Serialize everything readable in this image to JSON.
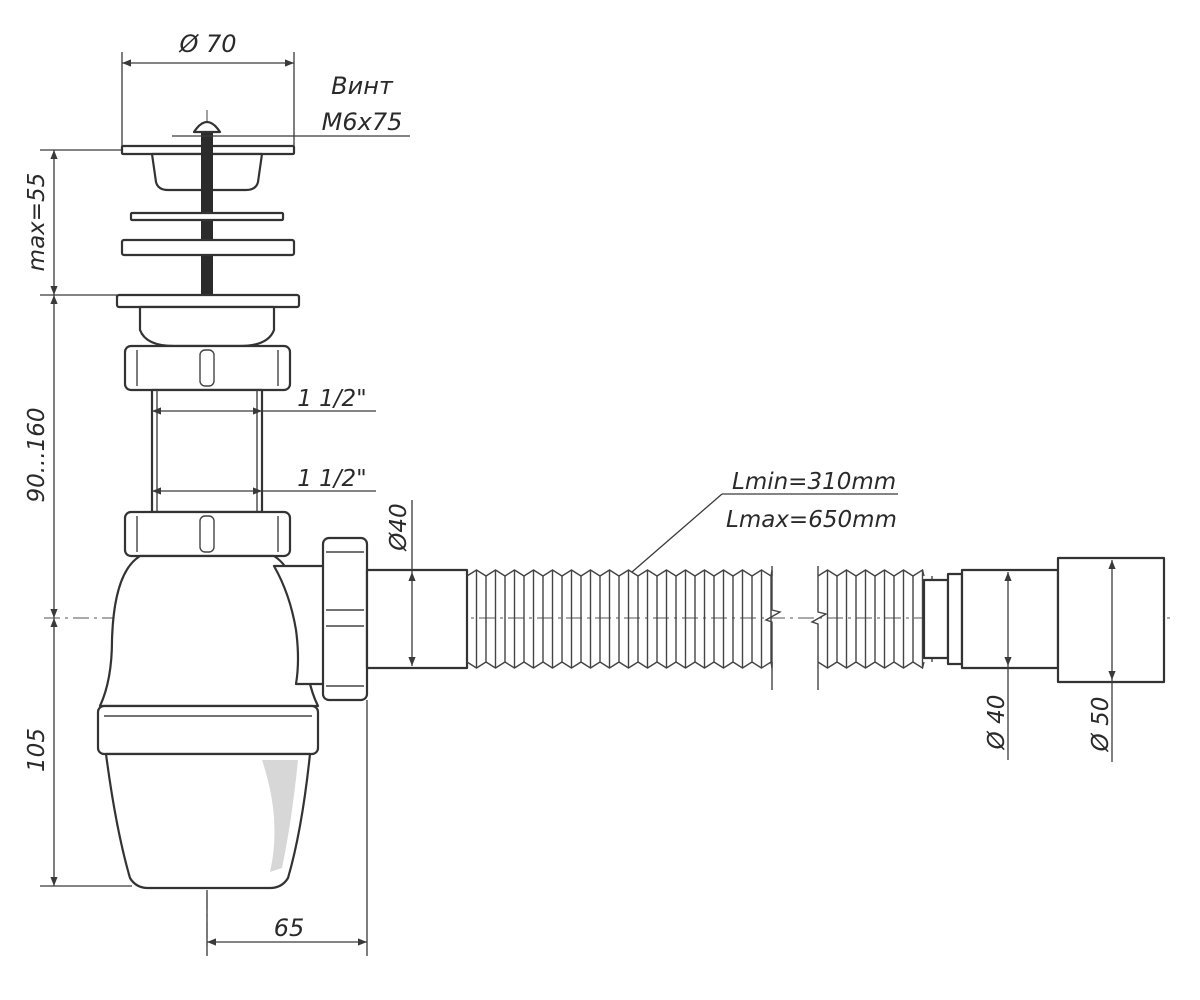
{
  "dimensions": {
    "cap_diameter": "Ø 70",
    "screw_label_line1": "Винт",
    "screw_label_line2": "M6x75",
    "height_top": "max=55",
    "height_middle": "90...160",
    "height_bottom": "105",
    "thread_upper": "1 1/2\"",
    "thread_lower": "1 1/2\"",
    "outlet_diameter": "Ø40",
    "hose_length_min": "Lmin=310mm",
    "hose_length_max": "Lmax=650mm",
    "end_inner_diameter": "Ø 40",
    "end_outer_diameter": "Ø 50",
    "offset_width": "65"
  }
}
